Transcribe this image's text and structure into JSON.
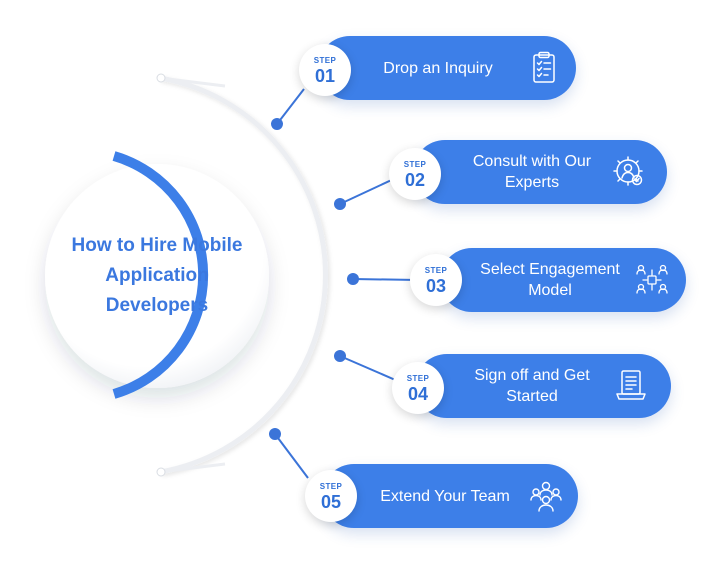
{
  "title": "How to Hire Mobile Application Developers",
  "step_prefix": "STEP",
  "steps": [
    {
      "number": "01",
      "label": "Drop an Inquiry",
      "icon": "clipboard-checklist-icon"
    },
    {
      "number": "02",
      "label": "Consult with Our Experts",
      "icon": "gear-user-icon"
    },
    {
      "number": "03",
      "label": "Select Engagement Model",
      "icon": "team-network-icon"
    },
    {
      "number": "04",
      "label": "Sign off and Get Started",
      "icon": "document-laptop-icon"
    },
    {
      "number": "05",
      "label": "Extend Your Team",
      "icon": "team-group-icon"
    }
  ],
  "colors": {
    "accent": "#3d7fe8",
    "title": "#3b78df",
    "badge_text": "#2f6fd6",
    "connector": "#3b74d8",
    "background": "#ffffff"
  }
}
